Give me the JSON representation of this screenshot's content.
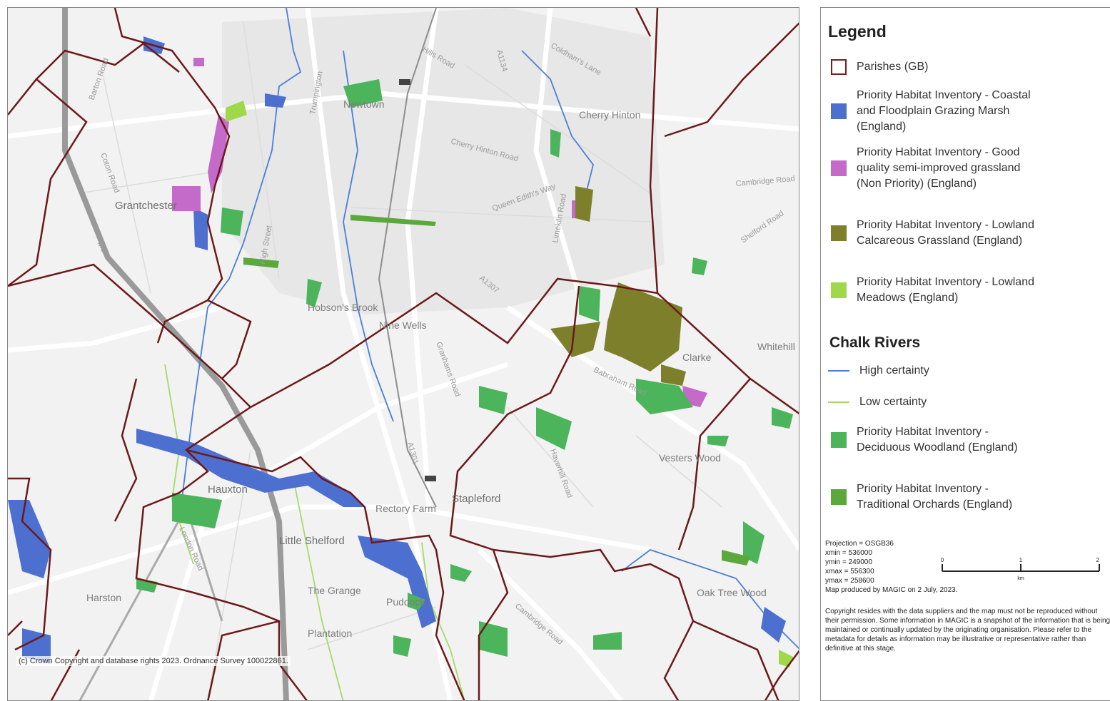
{
  "map": {
    "places": [
      "Grantchester",
      "Newtown",
      "Cherry Hinton",
      "Hobson's Brook",
      "Nine Wells",
      "Stapleford",
      "Hauxton",
      "Little Shelford",
      "Harston",
      "Vesters Wood",
      "Oak Tree Wood",
      "Rectory Farm",
      "Clarke",
      "Whitehill",
      "Plantation",
      "Puddock",
      "The Grange",
      "Nine Wells"
    ],
    "roads": [
      "Hills Road",
      "A1134",
      "Coldham's Lane",
      "Cherry Hinton Road",
      "Queen Edith's Way",
      "Trumpington",
      "High Street",
      "Babraham Road",
      "A1307",
      "Cambridge Road",
      "Shelford Road",
      "M11",
      "A1301",
      "Granhams Road",
      "Haverhill Road",
      "London Road",
      "Barton Road",
      "Coton Road",
      "Limekiln Road",
      "Cambridge Road"
    ],
    "copyright": "(c) Crown Copyright and database rights 2023. Ordnance Survey 100022861."
  },
  "legend": {
    "title": "Legend",
    "items": [
      {
        "label": "Parishes (GB)",
        "color": "#7a1c1c",
        "kind": "outline"
      },
      {
        "label": "Priority Habitat Inventory - Coastal and Floodplain Grazing Marsh (England)",
        "color": "#4d6fd0",
        "kind": "fill"
      },
      {
        "label": "Priority Habitat Inventory - Good quality semi-improved grassland (Non Priority) (England)",
        "color": "#c46ac8",
        "kind": "fill"
      },
      {
        "label": "Priority Habitat Inventory - Lowland Calcareous Grassland (England)",
        "color": "#7d7f2b",
        "kind": "fill"
      },
      {
        "label": "Priority Habitat Inventory - Lowland Meadows (England)",
        "color": "#9fd94a",
        "kind": "fill"
      }
    ],
    "section2": "Chalk Rivers",
    "rivers": [
      {
        "label": "High certainty",
        "color": "#4a7fd4"
      },
      {
        "label": "Low certainty",
        "color": "#a6d96a"
      }
    ],
    "items2": [
      {
        "label": "Priority Habitat Inventory - Deciduous Woodland (England)",
        "color": "#4cb45a",
        "kind": "fill"
      },
      {
        "label": "Priority Habitat Inventory - Traditional Orchards (England)",
        "color": "#5ba83c",
        "kind": "fill"
      }
    ],
    "meta": [
      "Projection = OSGB36",
      "xmin = 536000",
      "ymin = 249000",
      "xmax = 556300",
      "ymax = 258600"
    ],
    "scale": {
      "ticks": [
        "0",
        "1",
        "2"
      ],
      "unit": "km"
    },
    "produced": "Map produced by MAGIC on 2 July, 2023.",
    "disclaimer": "Copyright resides with the data suppliers and the map must not be reproduced without their permission. Some information in MAGIC is a snapshot of the information that is being maintained or continually updated by the originating organisation. Please refer to the metadata for details as information may be illustrative or representative rather than definitive at this stage."
  }
}
